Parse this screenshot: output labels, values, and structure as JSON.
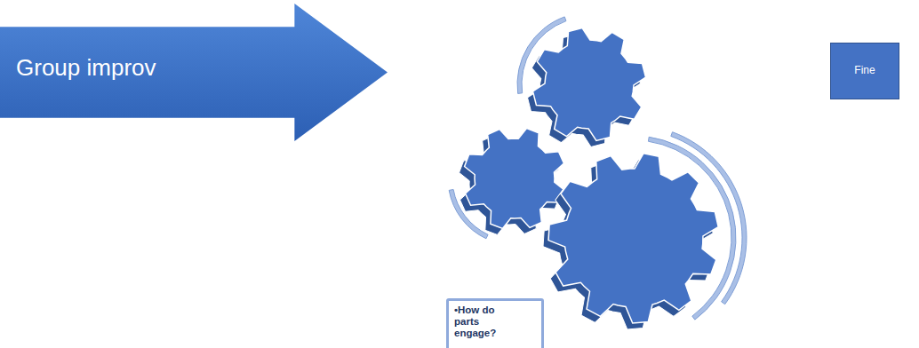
{
  "diagram": {
    "nodes": [
      {
        "text": [
          "Group improv"
        ]
      },
      {
        "text": [
          "•How do parts engage?"
        ]
      },
      {
        "text": [
          "Fine"
        ]
      }
    ]
  }
}
